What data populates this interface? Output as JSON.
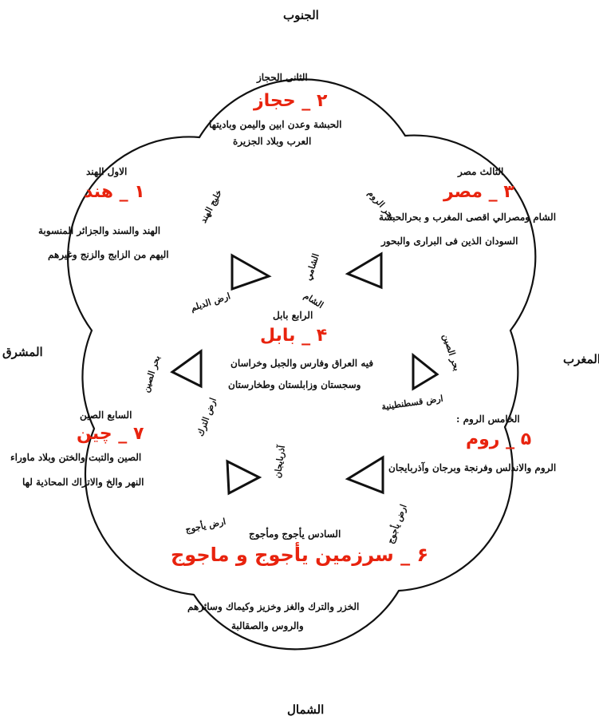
{
  "colors": {
    "ink": "#111111",
    "red": "#e8230e",
    "background": "#ffffff"
  },
  "directions": {
    "south": "الجنوب",
    "north": "الشمال",
    "east": "المشرق",
    "west": "المغرب"
  },
  "regions": {
    "r2": {
      "heading": "الثانی الحجاز",
      "red": "۲ _ حجاز",
      "lines": [
        "الحبشة وعدن ابين واليمن وباديتها",
        "العرب وبلاد الجزيرة"
      ]
    },
    "r1": {
      "heading": "الاول الهند",
      "red": "۱ _ هند",
      "lines": [
        "الهند والسند والجزائر المنسوبة",
        "اليهم من الزابج والزنج وغيرهم"
      ]
    },
    "r3": {
      "heading": "الثالث مصر",
      "red": "۳ _ مصر",
      "lines": [
        "الشام ومصرالي اقصى المغرب و بحرالحبشة",
        "السودان الذين فی البراری والبحور"
      ]
    },
    "r4": {
      "heading": "الرابع بابل",
      "red": "۴ _ بابل",
      "lines": [
        "فيه العراق وفارس والجبل وخراسان",
        "وسجستان وزابلستان وطخارستان"
      ]
    },
    "r7": {
      "heading": "السابع الصين",
      "red": "۷ _ چين",
      "lines": [
        "الصين والتبت والختن وبلاد ماوراء",
        "النهر والخ والاتراك المحاذية لها"
      ]
    },
    "r5": {
      "heading": "الخامس الروم :",
      "red": "۵ _ روم",
      "lines": [
        "الروم والاندلس وفرنجة وبرجان وآذربايجان"
      ]
    },
    "r6": {
      "heading": "السادس يأجوج ومأجوج",
      "red": "۶ _ سرزمين يأجوج و ماجوج",
      "lines": [
        "الخزر والترك والغز وخزيز وكيماك وسائرهم",
        "والروس والصقالبة"
      ]
    }
  },
  "channels": {
    "bahr_alhind": "خليج الهند",
    "ard_aldaylam": "ارض الديلم",
    "alshami": "الشامي",
    "alsham": "الشام",
    "ard_alhabasha": "بحر الروم",
    "ard_alqustantiniya": "ارض قسطنطينية",
    "khalij_east": "بحر الصين",
    "ard_turk": "ارض الترك",
    "ardh_yajuj_left": "ارض يأجوج",
    "ardh_yajuj_right": "ارض يأجوج",
    "adharbayjan": "آذربايجان"
  }
}
